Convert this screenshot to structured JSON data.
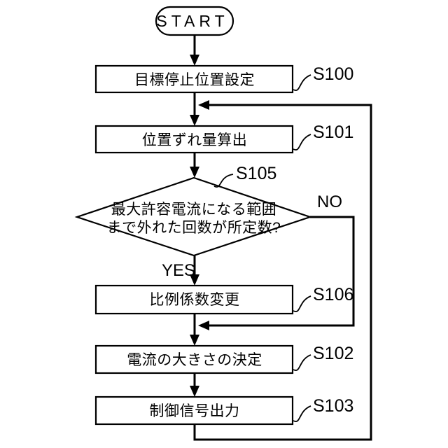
{
  "diagram": {
    "type": "flowchart",
    "colors": {
      "line": "#000000",
      "background": "#ffffff",
      "shape_fill": "#ffffff"
    },
    "start": {
      "label": "START"
    },
    "steps": {
      "s100": {
        "label": "目標停止位置設定",
        "tag": "S100"
      },
      "s101": {
        "label": "位置ずれ量算出",
        "tag": "S101"
      },
      "s105": {
        "line1": "最大許容電流になる範囲",
        "line2": "まで外れた回数が所定数?",
        "tag": "S105"
      },
      "s106": {
        "label": "比例係数変更",
        "tag": "S106"
      },
      "s102": {
        "label": "電流の大きさの決定",
        "tag": "S102"
      },
      "s103": {
        "label": "制御信号出力",
        "tag": "S103"
      }
    },
    "branches": {
      "no": "NO",
      "yes": "YES"
    }
  }
}
